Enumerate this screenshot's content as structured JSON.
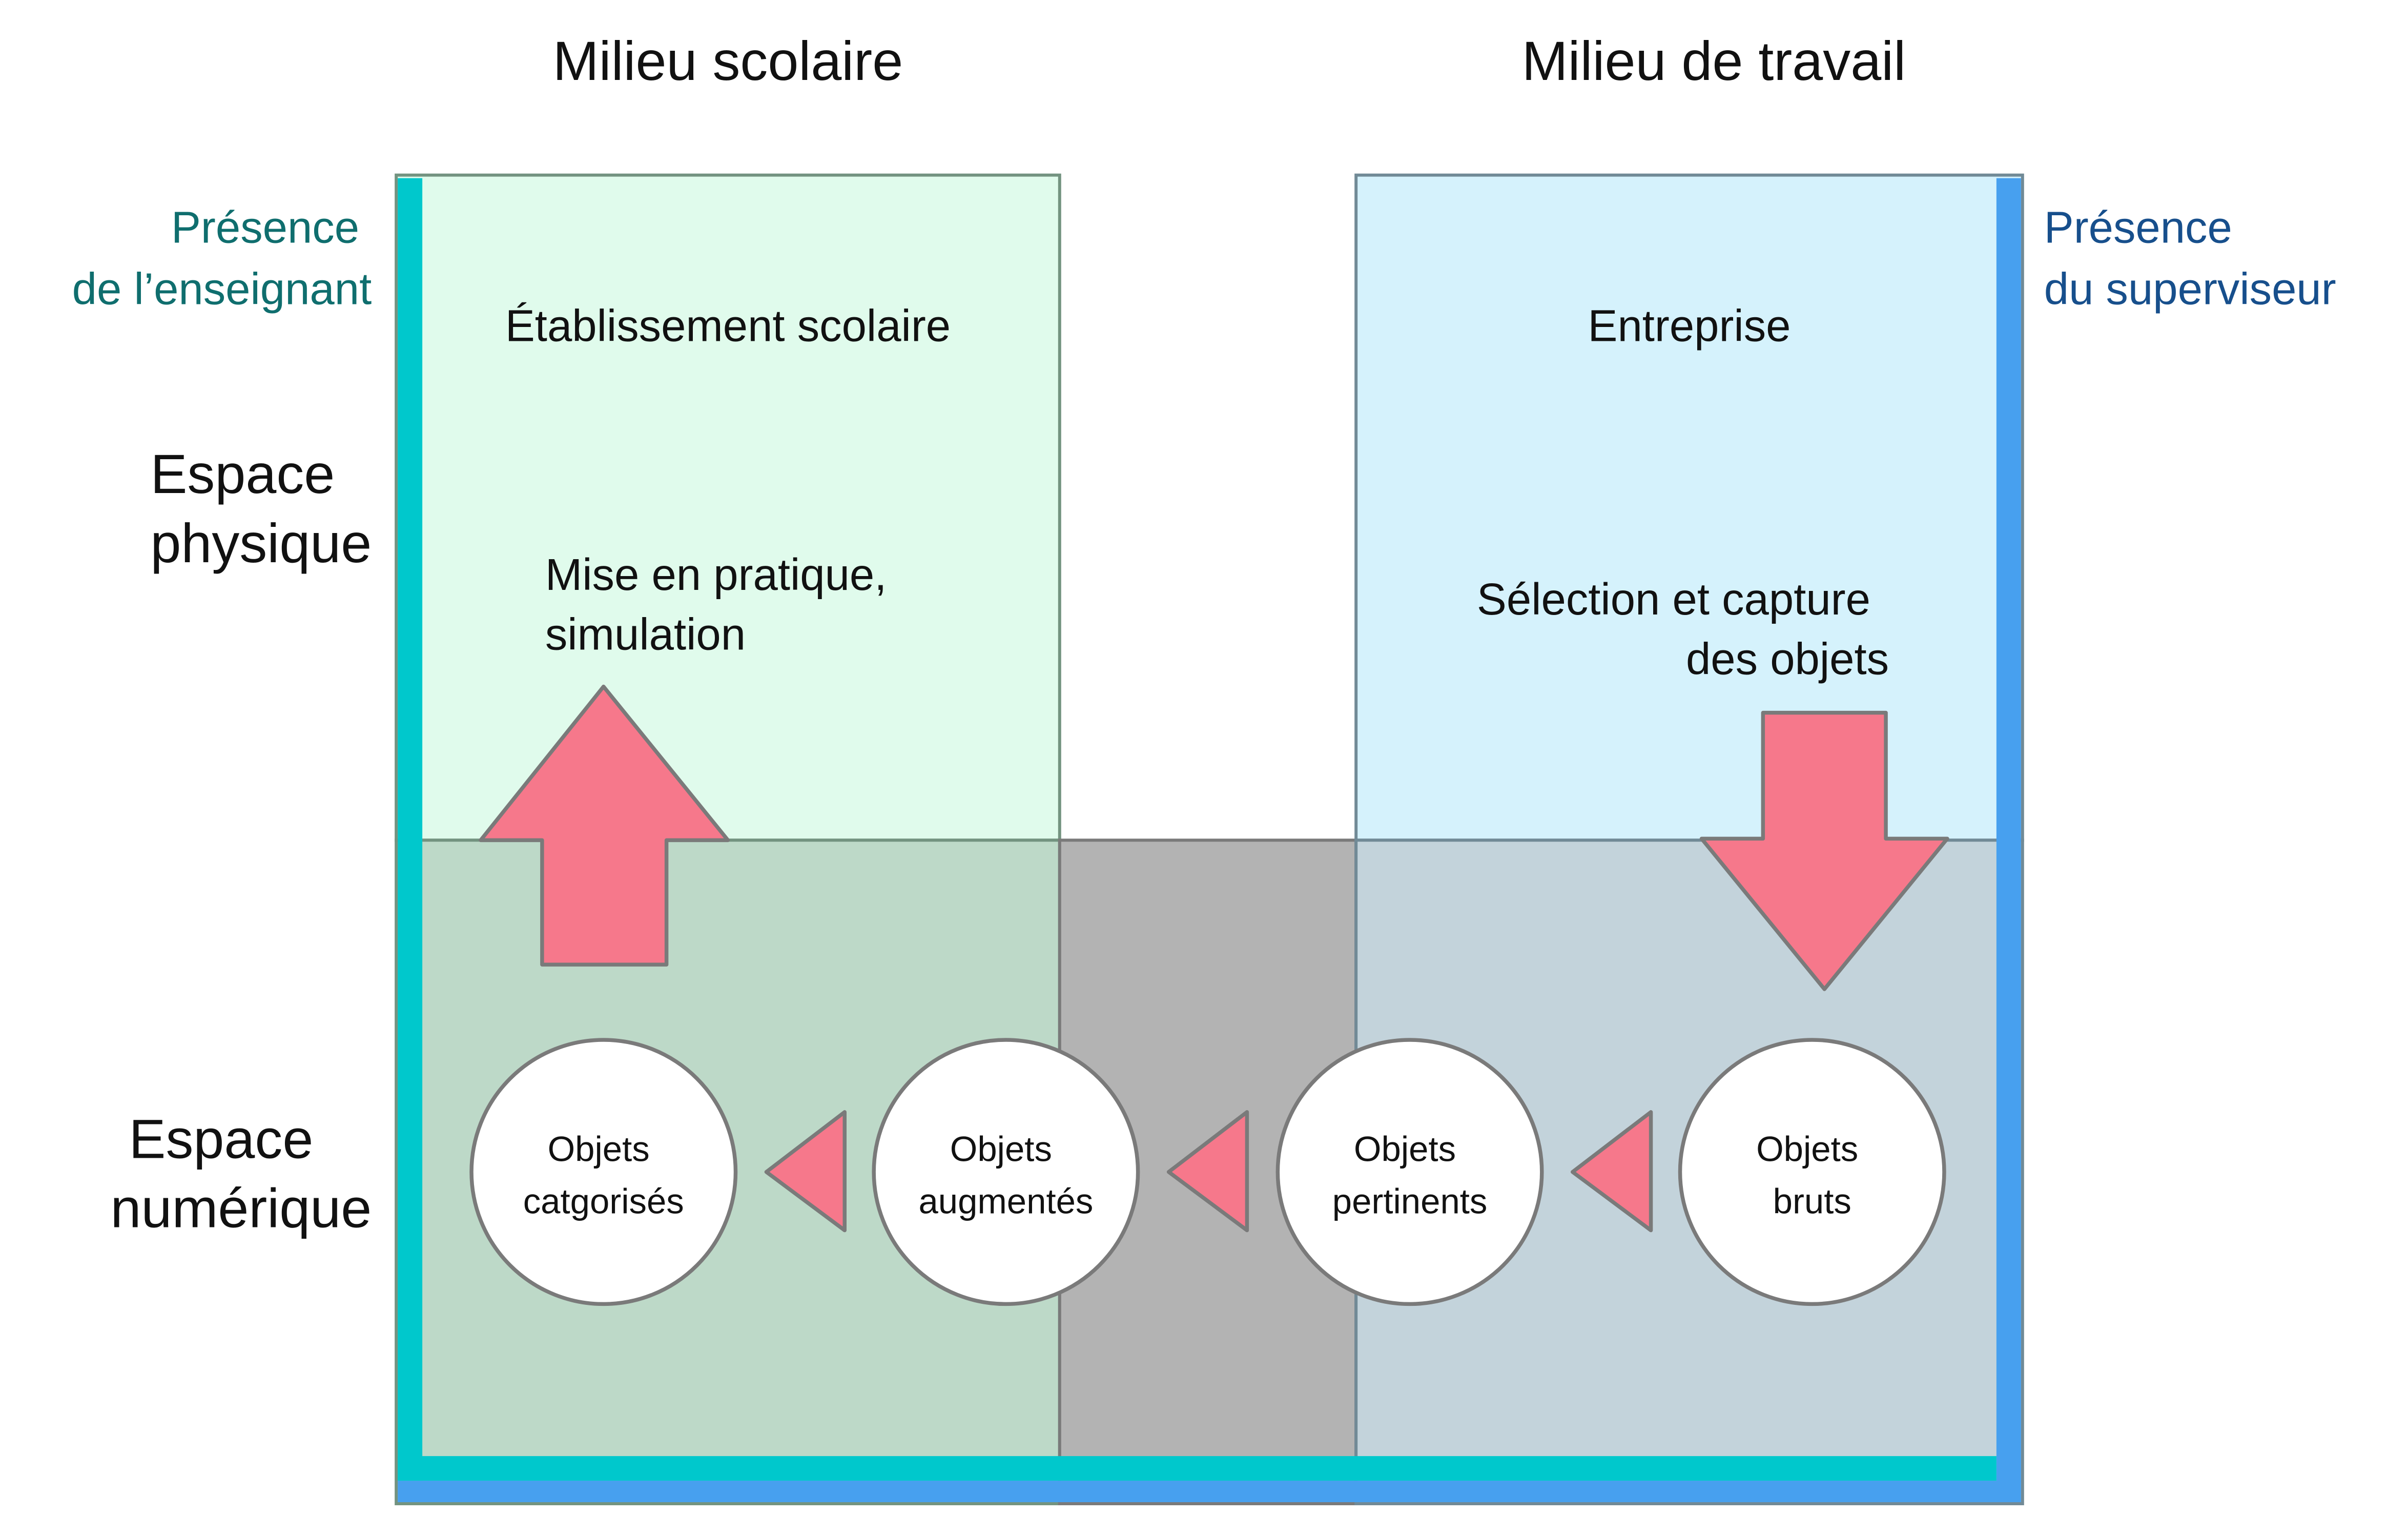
{
  "headers": {
    "school_milieu": "Milieu scolaire",
    "work_milieu": "Milieu de travail"
  },
  "side_labels": {
    "teacher_presence": [
      "Présence",
      "de l’enseignant"
    ],
    "supervisor_presence": [
      "Présence",
      "du superviseur"
    ],
    "physical_space": [
      "Espace",
      "physique"
    ],
    "digital_space": [
      "Espace",
      "numérique"
    ]
  },
  "zones": {
    "school": {
      "title": "Établissement scolaire",
      "activity": [
        "Mise en pratique,",
        "simulation"
      ]
    },
    "company": {
      "title": "Entreprise",
      "activity": [
        "Sélection et capture",
        "des objets"
      ]
    }
  },
  "objects": [
    {
      "lines": [
        "Objets",
        "catgorisés"
      ]
    },
    {
      "lines": [
        "Objets",
        "augmentés"
      ]
    },
    {
      "lines": [
        "Objets",
        "pertinents"
      ]
    },
    {
      "lines": [
        "Objets",
        "bruts"
      ]
    }
  ],
  "colors": {
    "school_physical": "#e0fbec",
    "school_digital": "#bdd9c8",
    "middle_digital": "#b3b3b3",
    "company_physical": "#d5f2fc",
    "company_digital": "#c3d3db",
    "teacher_bar": "#00c8cc",
    "supervisor_bar": "#47a0ef",
    "arrow_fill": "#f6788b",
    "outline": "#7a7a7a"
  }
}
